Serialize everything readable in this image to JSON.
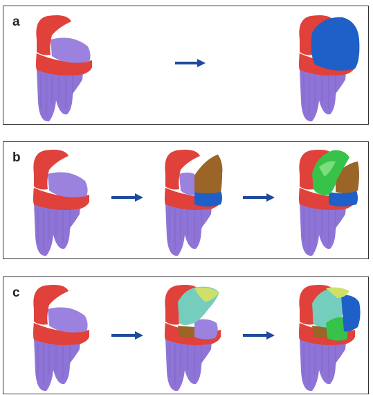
{
  "panels": [
    {
      "label": "a",
      "frames": [
        "base",
        "full-crown"
      ]
    },
    {
      "label": "b",
      "frames": [
        "base",
        "partial-brown",
        "layered-green"
      ]
    },
    {
      "label": "c",
      "frames": [
        "base",
        "partial-cyan",
        "layered-blue"
      ]
    }
  ],
  "colors": {
    "root": "#8e74d6",
    "band": "#e0413a",
    "crown_blue": "#1f5fc8",
    "brown": "#9a6526",
    "green": "#37c24a",
    "yellow": "#cfe06a",
    "cyan": "#74cdbd",
    "arrow": "#1e4a9c"
  }
}
